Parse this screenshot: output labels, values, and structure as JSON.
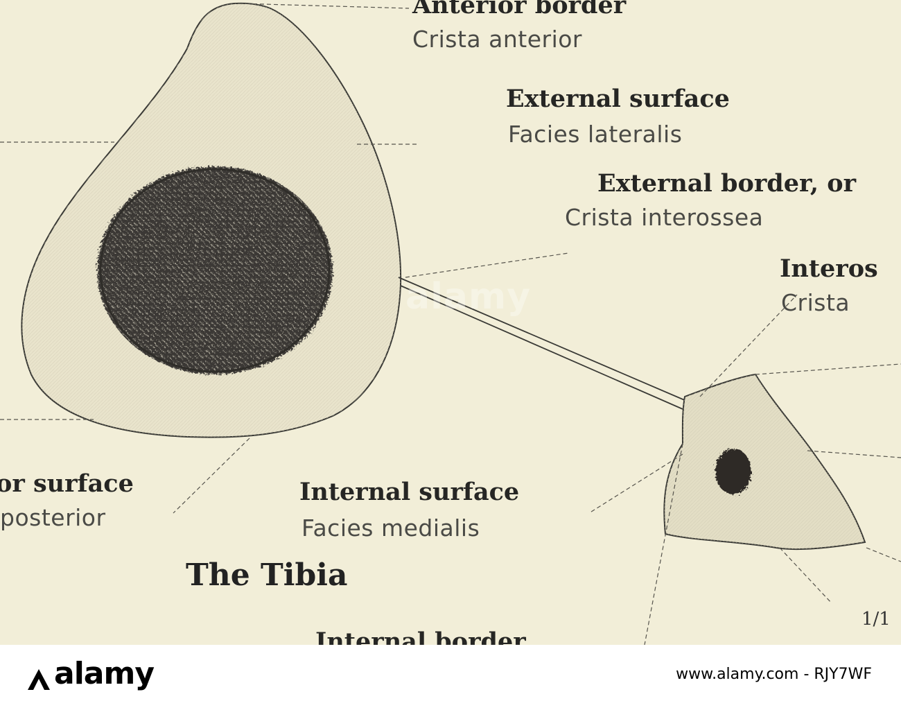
{
  "labels": {
    "anterior_border_en": "Anterior border",
    "anterior_border_la": "Crista anterior",
    "external_surface_en": "External surface",
    "external_surface_la": "Facies lateralis",
    "external_border_en": "External border, or",
    "external_border_la": "Crista interossea",
    "interosseous_en": "Interos",
    "interosseous_la": "Crista",
    "posterior_surface_en": "or surface",
    "posterior_surface_la": "posterior",
    "internal_surface_en": "Internal surface",
    "internal_surface_la": "Facies medialis",
    "figure_title": "The Tibia",
    "bottom_cut_label": "Internal border",
    "scale_fraction": "1/1"
  },
  "watermark": "alamy",
  "footer": {
    "logo": "alamy",
    "image_id": "www.alamy.com - RJY7WF"
  },
  "colors": {
    "paper": "#f2eed8",
    "ink": "#262624",
    "footer_bg": "#ffffff"
  }
}
